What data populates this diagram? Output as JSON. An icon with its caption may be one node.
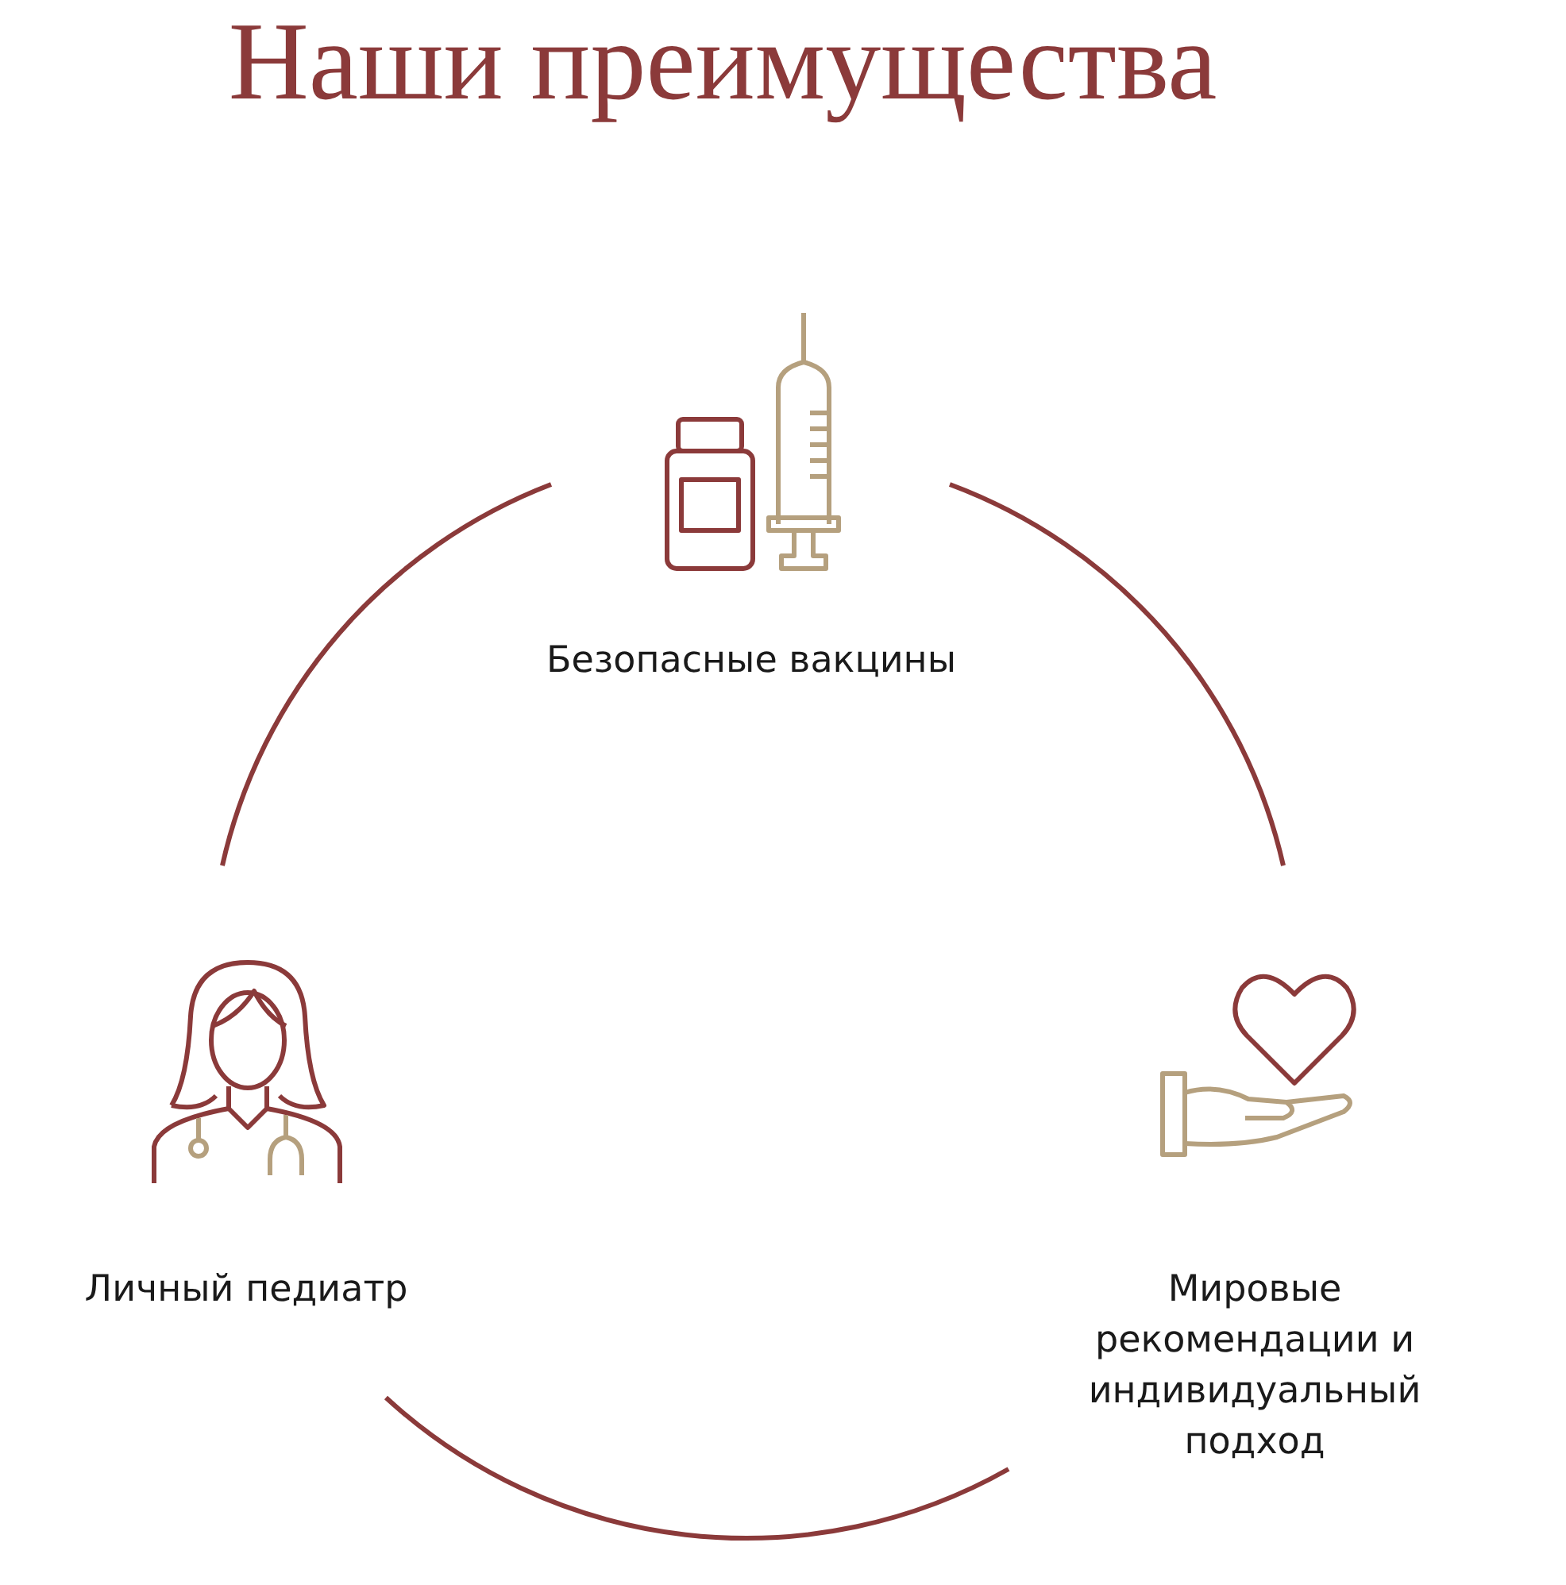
{
  "diagram": {
    "title": "Наши преимущества",
    "labels": [
      "Безопасные вакцины",
      "Личный педиатр",
      "Мировые рекомендации и индивидуальный подход"
    ]
  }
}
